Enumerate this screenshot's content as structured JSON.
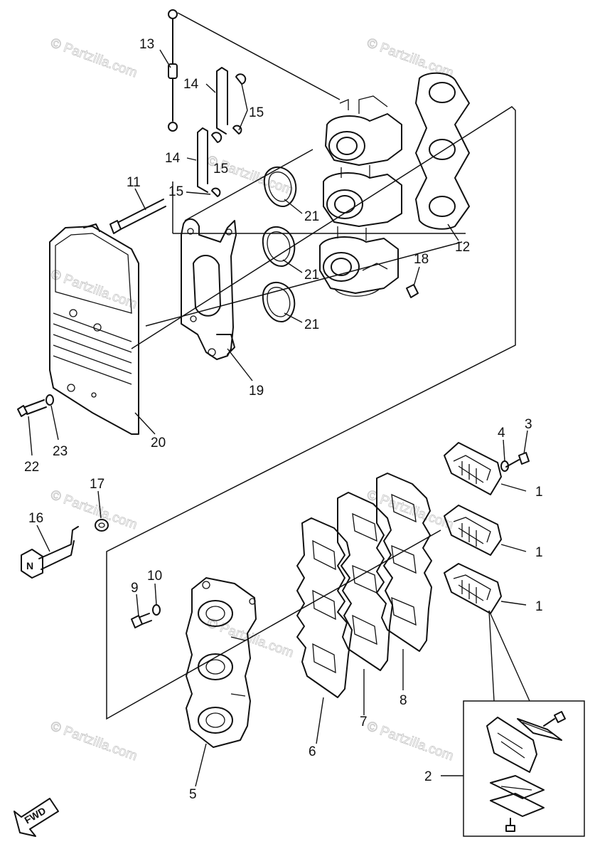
{
  "callouts": {
    "c1a": "1",
    "c1b": "1",
    "c1c": "1",
    "c2": "2",
    "c3": "3",
    "c4": "4",
    "c5": "5",
    "c6": "6",
    "c7": "7",
    "c8": "8",
    "c9": "9",
    "c10": "10",
    "c11": "11",
    "c12": "12",
    "c13": "13",
    "c14a": "14",
    "c14b": "14",
    "c15a": "15",
    "c15b": "15",
    "c15c": "15",
    "c16": "16",
    "c17": "17",
    "c18": "18",
    "c19": "19",
    "c20": "20",
    "c21a": "21",
    "c21b": "21",
    "c21c": "21",
    "c22": "22",
    "c23": "23"
  },
  "fwd_label": "FWD",
  "neutral_label": "N",
  "watermarks": {
    "w1": "© Partzilla.com",
    "w2": "© Partzilla.com",
    "w3": "© Partzilla.com",
    "w4": "© Partzilla.com",
    "w5": "© Partzilla.com",
    "w6": "© Partzilla.com",
    "w7": "© Partzilla.com",
    "w8": "© Partzilla.com",
    "w9": "© Partzilla.com"
  },
  "colors": {
    "line": "#111111",
    "watermark": "#c8c8c8",
    "background": "#ffffff"
  }
}
